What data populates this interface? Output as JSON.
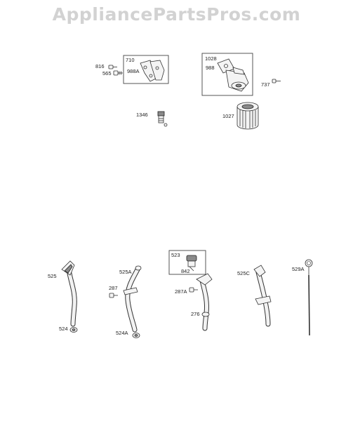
{
  "watermark": "AppliancePartsPros.com",
  "labels": {
    "p816": "816",
    "p565": "565",
    "p710": "710",
    "p988a": "988A",
    "p1346": "1346",
    "p1028": "1028",
    "p988": "988",
    "p737": "737",
    "p1027": "1027",
    "p525": "525",
    "p524": "524",
    "p525a": "525A",
    "p287": "287",
    "p524a": "524A",
    "p523": "523",
    "p842": "842",
    "p287a": "287A",
    "p276": "276",
    "p525c": "525C",
    "p529a": "529A"
  }
}
